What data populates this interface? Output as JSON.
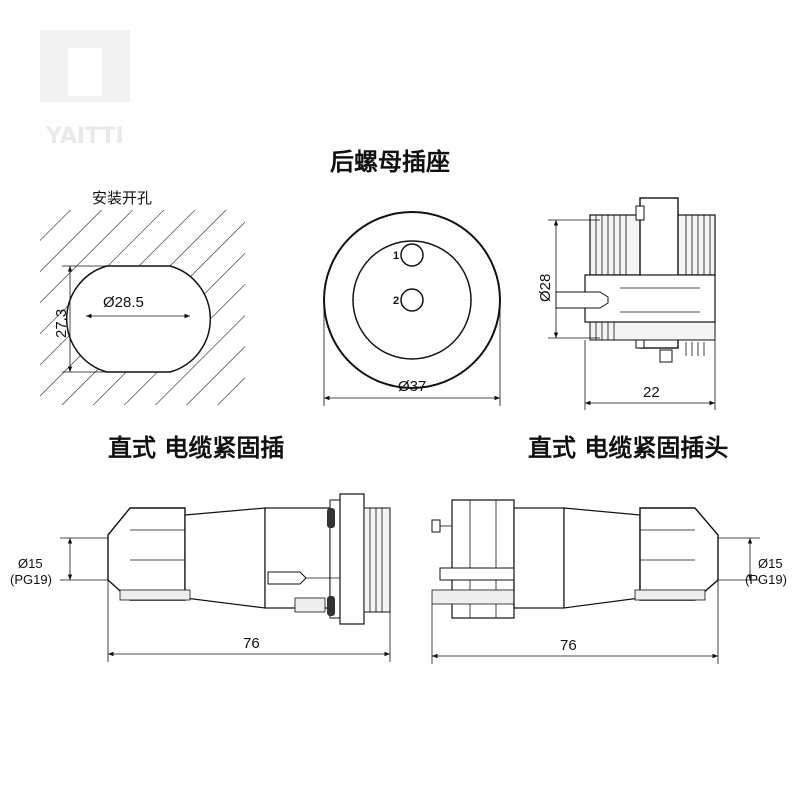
{
  "titles": {
    "rear_nut_socket": "后螺母插座",
    "mounting_hole": "安装开孔",
    "straight_cable_plug": "直式  电缆紧固插",
    "straight_cable_head": "直式 电缆紧固插头"
  },
  "dimensions": {
    "hole_diameter": "Ø28.5",
    "hole_flat": "27.3",
    "face_diameter": "Ø37",
    "side_diameter": "Ø28",
    "side_length": "22",
    "cable_diameter_left": "Ø15",
    "cable_thread_left": "(PG19)",
    "cable_diameter_right": "Ø15",
    "cable_thread_right": "(PG19)",
    "plug_length_left": "76",
    "plug_length_right": "76"
  },
  "pins": {
    "pin1": "1",
    "pin2": "2"
  },
  "watermark": {
    "text": "YAITTI",
    "color": "#e9e9e9"
  }
}
